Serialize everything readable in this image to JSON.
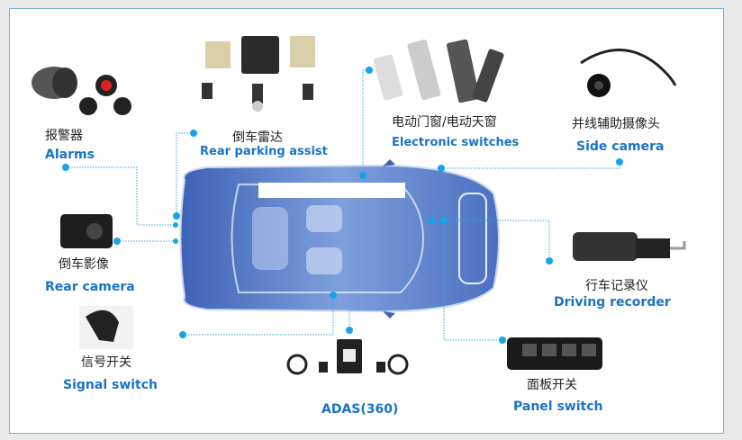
{
  "colors": {
    "accent": "#1a73c6",
    "line": "#2aa6e6",
    "car": "#4c72c2"
  },
  "components": [
    {
      "id": "alarms",
      "cn": "报警器",
      "en": "Alarms"
    },
    {
      "id": "rear_parking",
      "cn": "倒车雷达",
      "en": "Rear parking assist"
    },
    {
      "id": "electronic_switches",
      "cn": "电动门窗/电动天窗",
      "en": "Electronic switches"
    },
    {
      "id": "side_camera",
      "cn": "并线辅助摄像头",
      "en": "Side camera"
    },
    {
      "id": "rear_camera",
      "cn": "倒车影像",
      "en": "Rear camera"
    },
    {
      "id": "driving_recorder",
      "cn": "行车记录仪",
      "en": "Driving recorder"
    },
    {
      "id": "signal_switch",
      "cn": "信号开关",
      "en": "Signal switch"
    },
    {
      "id": "adas",
      "en": "ADAS(360)"
    },
    {
      "id": "panel_switch",
      "cn": "面板开关",
      "en": "Panel switch"
    }
  ]
}
